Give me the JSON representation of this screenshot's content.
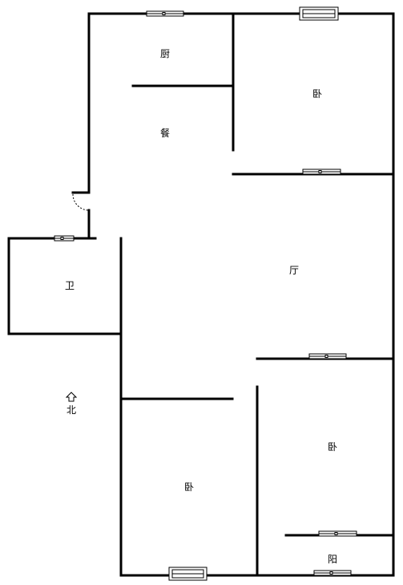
{
  "rooms": {
    "kitchen": "厨",
    "dining": "餐",
    "bedroom_ne": "卧",
    "living": "厅",
    "bathroom": "卫",
    "bedroom_se": "卧",
    "bedroom_s": "卧",
    "balcony": "阳"
  },
  "compass": {
    "label": "北",
    "icon": "north-arrow-icon"
  }
}
